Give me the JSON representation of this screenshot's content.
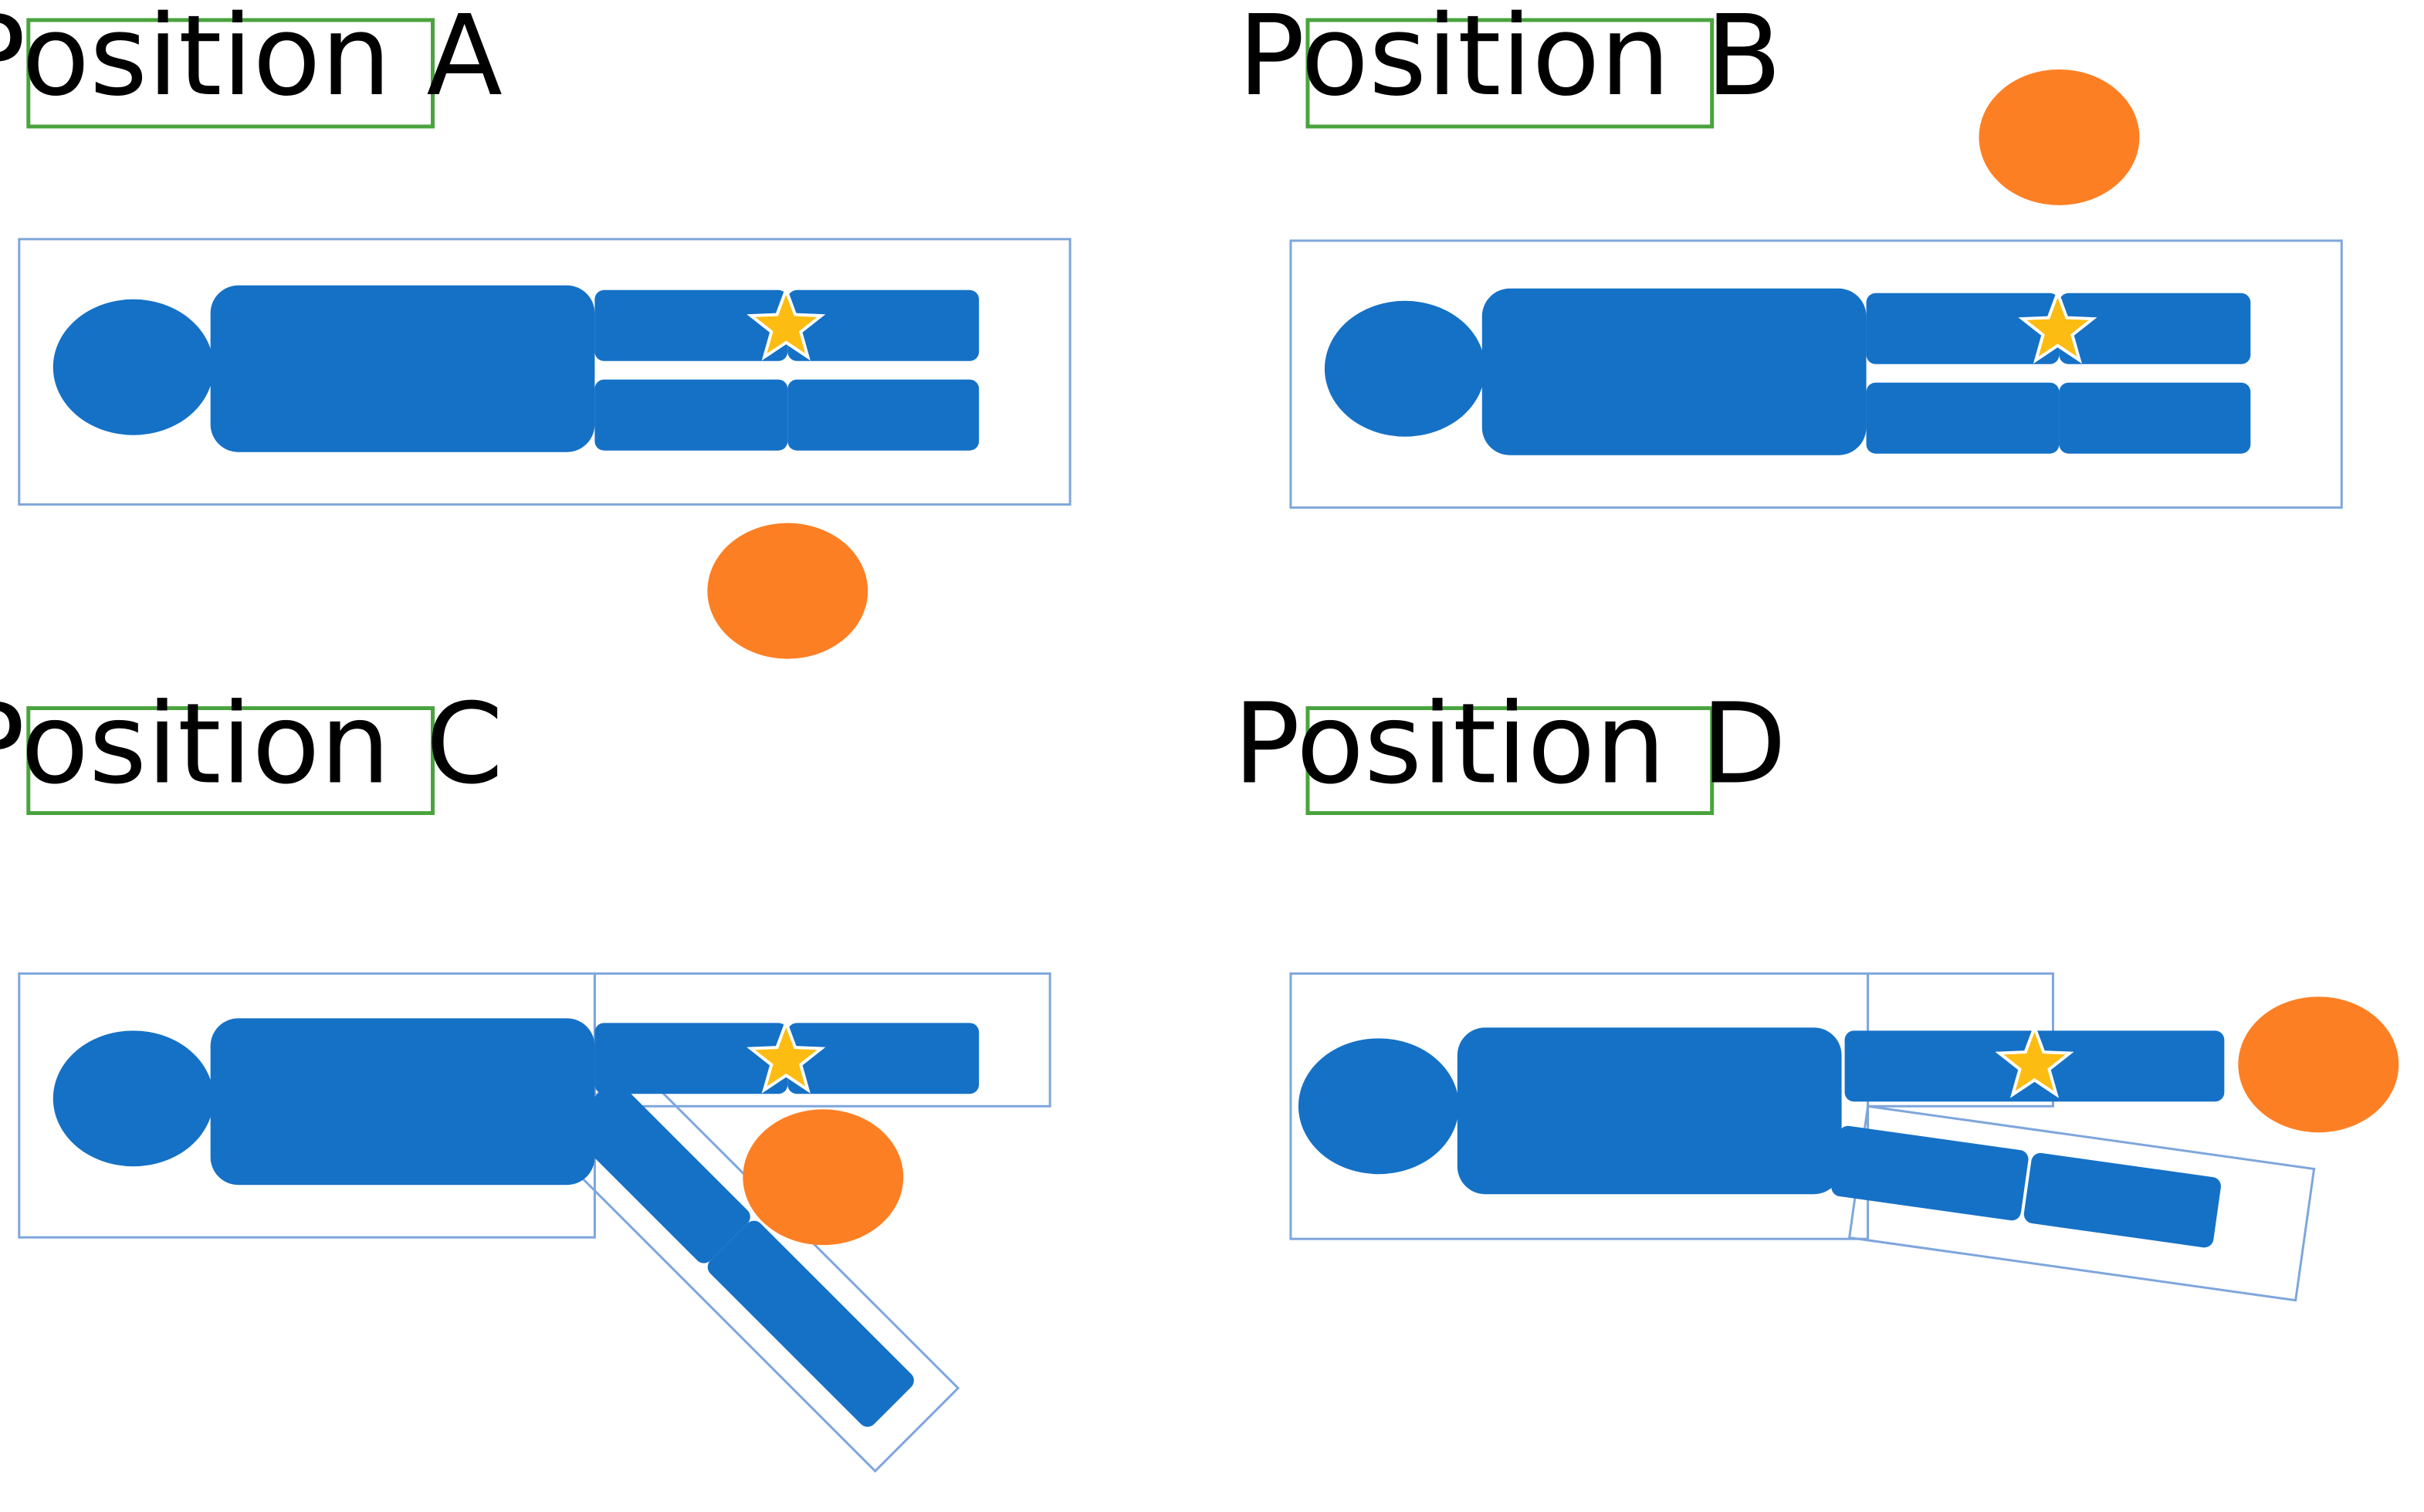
{
  "panels": [
    {
      "id": "a",
      "label": "Position A"
    },
    {
      "id": "b",
      "label": "Position B"
    },
    {
      "id": "c",
      "label": "Position C"
    },
    {
      "id": "d",
      "label": "Position D"
    }
  ],
  "colors": {
    "body": "#1571c6",
    "bed_outline": "#7ea6dc",
    "label_border": "#4aa33e",
    "orange_marker": "#fd7f24",
    "star": "#fdbc12",
    "star_outline": "#ffffff",
    "background": "#ffffff"
  },
  "icons": {
    "marker": "orange-circle",
    "star": "star-icon"
  }
}
